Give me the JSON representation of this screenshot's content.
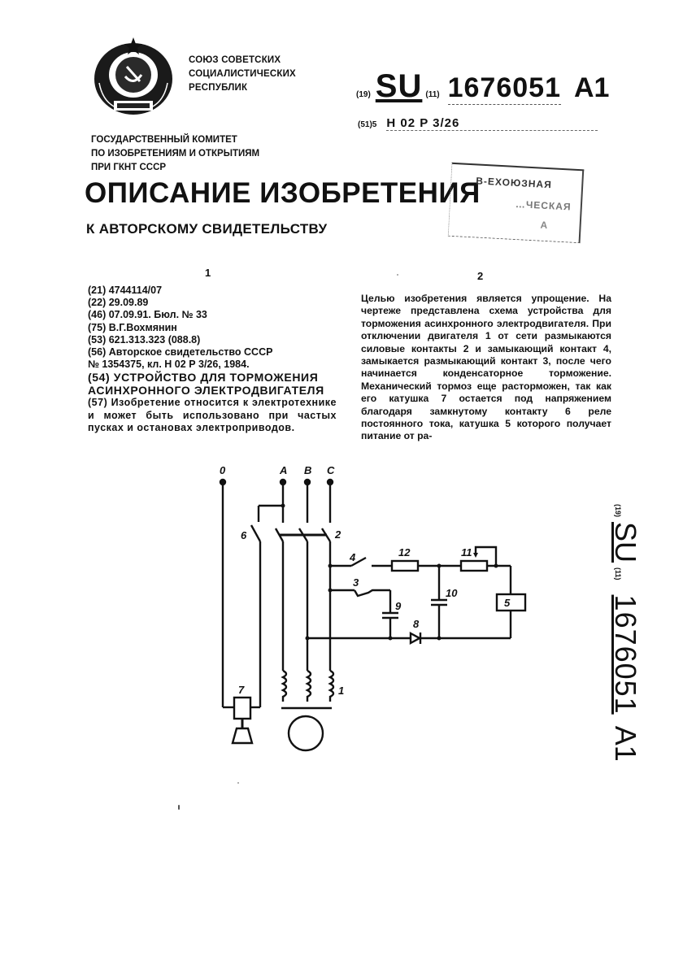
{
  "header": {
    "emblem": "ussr-coat-of-arms-icon",
    "union_lines": [
      "СОЮЗ СОВЕТСКИХ",
      "СОЦИАЛИСТИЧЕСКИХ",
      "РЕСПУБЛИК"
    ],
    "committee_lines": [
      "ГОСУДАРСТВЕННЫЙ КОМИТЕТ",
      "ПО ИЗОБРЕТЕНИЯМ И ОТКРЫТИЯМ",
      "ПРИ ГКНТ СССР"
    ],
    "country_code_label": "(19)",
    "country": "SU",
    "number_code_label": "(11)",
    "patent_number": "1676051",
    "kind": "A1",
    "ipc_code_label": "(51)5",
    "ipc": "H 02 P 3/26"
  },
  "title": "ОПИСАНИЕ ИЗОБРЕТЕНИЯ",
  "subtitle": "К АВТОРСКОМУ СВИДЕТЕЛЬСТВУ",
  "stamp": {
    "line1": "В-ЕХОЮЗНАЯ",
    "line2": "…ЧЕСКАЯ",
    "line3": "А"
  },
  "column1": {
    "number": "1",
    "biblio": [
      "(21) 4744114/07",
      "(22) 29.09.89",
      "(46) 07.09.91. Бюл. № 33",
      "(75) В.Г.Вохмянин",
      "(53) 621.313.323 (088.8)",
      "(56) Авторское свидетельство СССР",
      "№ 1354375, кл. Н 02 Р 3/26, 1984."
    ],
    "invention_title_lines": [
      "(54) УСТРОЙСТВО ДЛЯ ТОРМОЖЕНИЯ",
      "АСИНХРОННОГО ЭЛЕКТРОДВИГАТЕЛЯ"
    ],
    "abstract": "(57) Изобретение относится к электротехнике и может быть использовано при частых пусках и остановах электроприводов."
  },
  "column2": {
    "number": "2",
    "text": "Целью изобретения является упрощение. На чертеже представлена схема устройства для торможения асинхронного электродвигателя. При отключении двигателя 1 от сети размыкаются силовые контакты 2 и замыкающий контакт 4, замыкается размыкающий контакт 3, после чего начинается конденсаторное торможение. Механический тормоз еще расторможен, так как его катушка 7 остается под напряжением благодаря замкнутому контакту 6 реле постоянного тока, катушка 5 которого получает питание от ра-"
  },
  "diagram": {
    "terminals": [
      "0",
      "А",
      "В",
      "С"
    ],
    "labels": {
      "motor": "1",
      "power_contacts": "2",
      "nc_contact": "3",
      "no_contact": "4",
      "relay_coil": "5",
      "relay_contact": "6",
      "brake_coil": "7",
      "diode": "8",
      "capacitor_9": "9",
      "capacitor_10": "10",
      "rheostat": "11",
      "resistor": "12"
    }
  },
  "side_number": {
    "country_code_label": "(19)",
    "country": "SU",
    "number_code_label": "(11)",
    "patent_number": "1676051",
    "kind": "A1"
  }
}
